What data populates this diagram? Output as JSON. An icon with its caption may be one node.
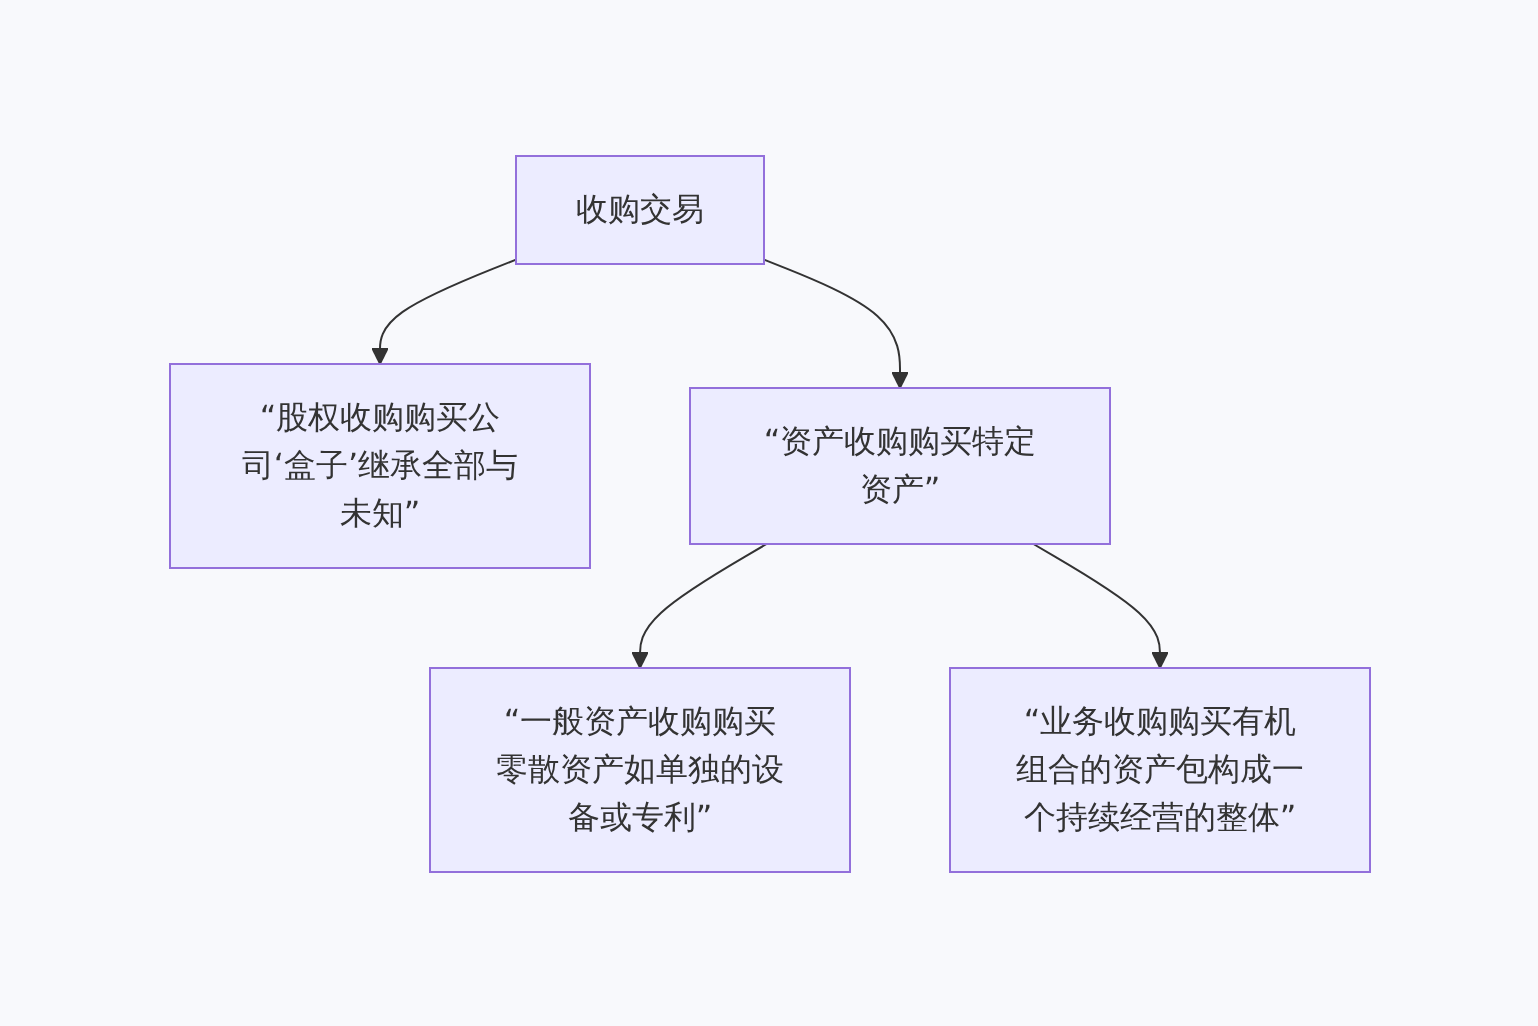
{
  "diagram": {
    "nodes": [
      {
        "text": [
          "收购交易"
        ]
      },
      {
        "text": [
          "“股权收购购买公司‘盒子’继承全部与未知”"
        ]
      },
      {
        "text": [
          "“资产收购购买特定资产”"
        ]
      },
      {
        "text": [
          "“一般资产收购购买零散资产如单独的设备或专利”"
        ]
      },
      {
        "text": [
          "“业务收购购买有机组合的资产包构成一个持续经营的整体”"
        ]
      }
    ],
    "edges": [
      {
        "from": 0,
        "to": 1,
        "arrow": "to"
      },
      {
        "from": 0,
        "to": 2,
        "arrow": "to"
      },
      {
        "from": 2,
        "to": 3,
        "arrow": "to"
      },
      {
        "from": 2,
        "to": 4,
        "arrow": "to"
      }
    ]
  }
}
